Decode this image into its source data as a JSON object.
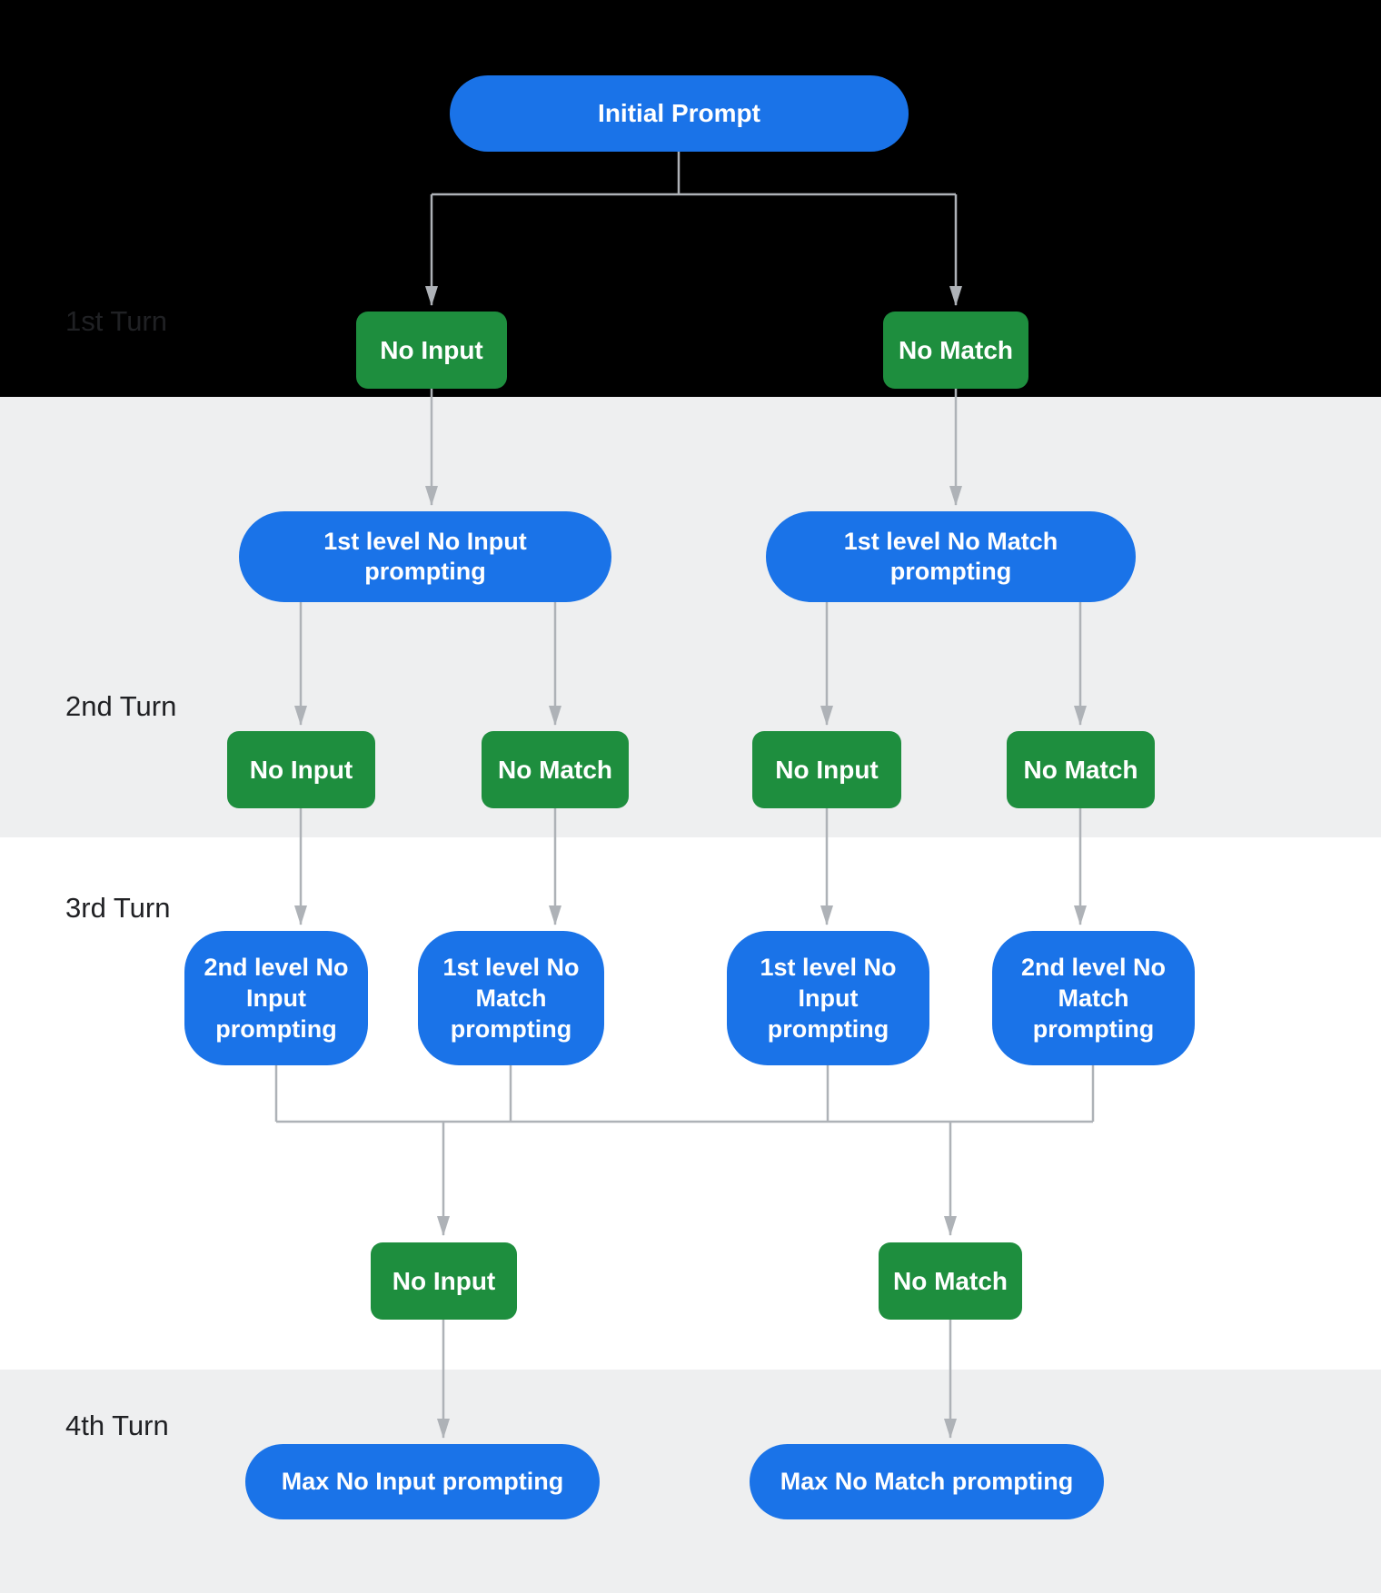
{
  "labels": {
    "turn1": "1st Turn",
    "turn2": "2nd Turn",
    "turn3": "3rd Turn",
    "turn4": "4th Turn"
  },
  "nodes": {
    "initial_prompt": "Initial Prompt",
    "turn1_no_input": "No Input",
    "turn1_no_match": "No Match",
    "level1_no_input_prompting": "1st level No Input prompting",
    "level1_no_match_prompting": "1st level No Match prompting",
    "turn2_no_input_left": "No Input",
    "turn2_no_match_left": "No Match",
    "turn2_no_input_right": "No Input",
    "turn2_no_match_right": "No Match",
    "turn3_level2_no_input_prompting": "2nd level No Input prompting",
    "turn3_level1_no_match_prompting": "1st level No Match prompting",
    "turn3_level1_no_input_prompting": "1st level No Input prompting",
    "turn3_level2_no_match_prompting": "2nd level No Match prompting",
    "turn4_no_input": "No Input",
    "turn4_no_match": "No Match",
    "max_no_input_prompting": "Max No Input prompting",
    "max_no_match_prompting": "Max No Match prompting"
  },
  "colors": {
    "node_blue": "#1a73e8",
    "node_green": "#1e8e3e",
    "connector_gray": "#aeb2b7",
    "label_text": "#202124",
    "band_black": "#000000",
    "band_gray": "#eeeff0",
    "band_white": "#ffffff"
  }
}
